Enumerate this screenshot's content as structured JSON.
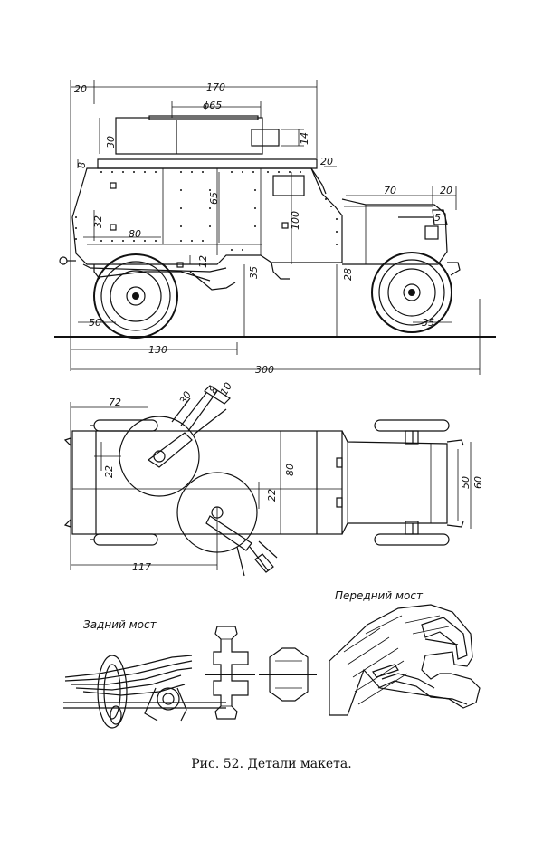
{
  "caption": "Рис. 52. Детали макета.",
  "labels": {
    "rear_axle": "Задний мост",
    "front_axle": "Передний мост"
  },
  "side_view_dims": [
    "20",
    "170",
    "ϕ65",
    "30",
    "14",
    "8",
    "20",
    "70",
    "20",
    "65",
    "100",
    "32",
    "80",
    "12",
    "35",
    "28",
    "50",
    "130",
    "35",
    "300",
    "5"
  ],
  "top_view_dims": [
    "72",
    "30",
    "8",
    "10",
    "22",
    "22",
    "80",
    "50",
    "60",
    "117"
  ]
}
